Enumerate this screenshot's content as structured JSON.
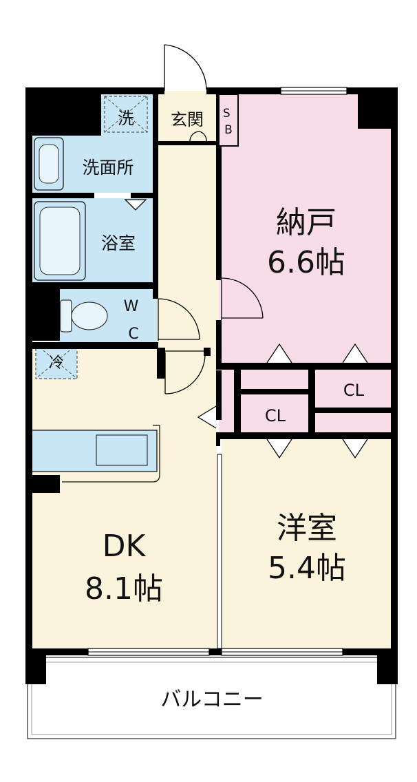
{
  "rooms": {
    "laundry": {
      "label": "洗"
    },
    "entrance": {
      "label": "玄関"
    },
    "shoebox": {
      "label": "SB"
    },
    "storeroom": {
      "label": "納戸",
      "size": "6.6帖"
    },
    "washroom": {
      "label": "洗面所"
    },
    "bathroom": {
      "label": "浴室"
    },
    "toilet": {
      "label": "WC"
    },
    "fridge": {
      "label": "冷"
    },
    "closet_upper": {
      "label": "CL"
    },
    "closet_lower": {
      "label": "CL"
    },
    "dk": {
      "label": "DK",
      "size": "8.1帖"
    },
    "western_room": {
      "label": "洋室",
      "size": "5.4帖"
    },
    "balcony": {
      "label": "バルコニー"
    }
  },
  "colors": {
    "wall": "#000000",
    "wet_area": "#c8e6f5",
    "storeroom": "#f8dde8",
    "living": "#fbf4dd",
    "balcony": "#ffffff"
  }
}
